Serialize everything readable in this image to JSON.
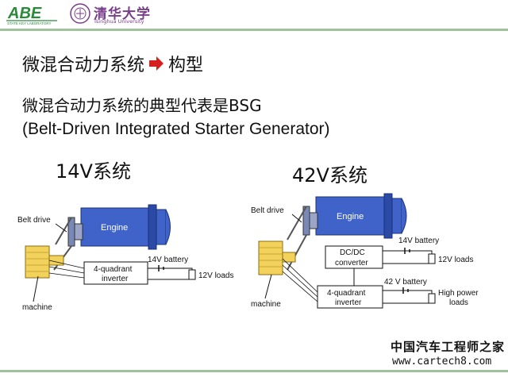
{
  "header": {
    "abe_logo_text": "ABE",
    "abe_logo_sub": "STATE KEY LABORATORY",
    "university_name": "清华大学",
    "university_en": "Tsinghua University"
  },
  "title": {
    "left": "微混合动力系统",
    "right": "构型"
  },
  "subtitle": {
    "line1": "微混合动力系统的典型代表是BSG",
    "line2": "(Belt-Driven Integrated Starter Generator)"
  },
  "system_14v": {
    "label": "14V系统",
    "belt_drive": "Belt drive",
    "engine": "Engine",
    "battery": "14V battery",
    "inverter_line1": "4-quadrant",
    "inverter_line2": "inverter",
    "loads": "12V loads",
    "machine": "machine"
  },
  "system_42v": {
    "label": "42V系统",
    "belt_drive": "Belt drive",
    "engine": "Engine",
    "battery_14": "14V battery",
    "converter_line1": "DC/DC",
    "converter_line2": "converter",
    "loads_12": "12V loads",
    "battery_42": "42 V battery",
    "inverter_line1": "4-quadrant",
    "inverter_line2": "inverter",
    "high_power_line1": "High power",
    "high_power_line2": "loads",
    "machine": "machine"
  },
  "footer": {
    "brand": "中国汽车工程师之家",
    "url": "www.cartech8.com"
  },
  "colors": {
    "engine_blue": "#3f63c8",
    "machine_yellow": "#f2d25a",
    "accent_line": "#9fc29a",
    "arrow_red": "#d61f1f"
  }
}
